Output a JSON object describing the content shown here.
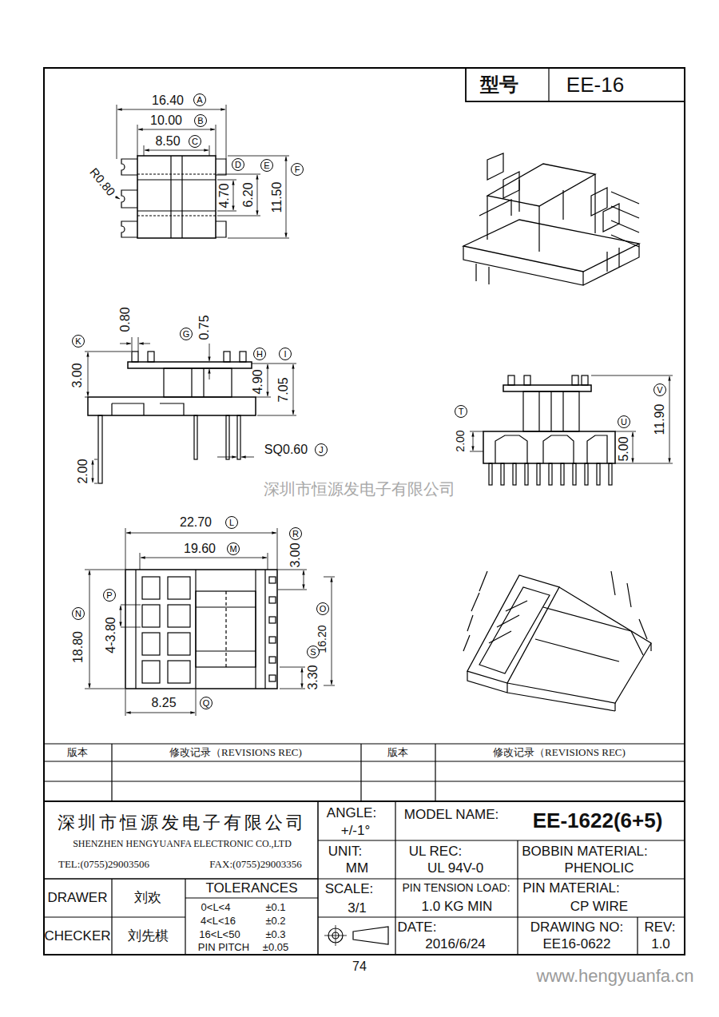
{
  "diagram": {
    "nodes": [
      {
        "text": [
          "A"
        ]
      },
      {
        "text": [
          "B"
        ]
      },
      {
        "text": [
          "C"
        ]
      },
      {
        "text": [
          "D"
        ]
      },
      {
        "text": [
          "E"
        ]
      },
      {
        "text": [
          "F"
        ]
      },
      {
        "text": [
          "K"
        ]
      },
      {
        "text": [
          "G"
        ]
      },
      {
        "text": [
          "H"
        ]
      },
      {
        "text": [
          "I"
        ]
      },
      {
        "text": [
          "J"
        ]
      },
      {
        "text": [
          "T"
        ]
      },
      {
        "text": [
          "V"
        ]
      },
      {
        "text": [
          "U"
        ]
      },
      {
        "text": [
          "L"
        ]
      },
      {
        "text": [
          "M"
        ]
      },
      {
        "text": [
          "R"
        ]
      },
      {
        "text": [
          "P"
        ]
      },
      {
        "text": [
          "N"
        ]
      },
      {
        "text": [
          "O"
        ]
      },
      {
        "text": [
          "S"
        ]
      },
      {
        "text": [
          "Q"
        ]
      }
    ],
    "labels": [
      "型号",
      "EE-16",
      "16.40",
      "10.00",
      "8.50",
      "R0.80",
      "4.70",
      "6.20",
      "11.50",
      "0.80",
      "0.75",
      "3.00",
      "4.90",
      "7.05",
      "SQ0.60",
      "2.00",
      "2.00",
      "5.00",
      "11.90",
      "深圳市恒源发电子有限公司",
      "22.70",
      "19.60",
      "3.00",
      "18.80",
      "4-3.80",
      "16.20",
      "3.30",
      "8.25",
      "版本",
      "修改记录（REVISIONS REC)",
      "版本",
      "修改记录（REVISIONS REC)",
      "深圳市恒源发电子有限公司",
      "SHENZHEN HENGYUANFA ELECTRONIC CO.,LTD",
      "TEL:(0755)29003506",
      "FAX:(0755)29003356",
      "ANGLE:",
      "+/-1°",
      "MODEL NAME:",
      "EE-1622(6+5)",
      "UNIT:",
      "MM",
      "UL REC:",
      "UL 94V-0",
      "BOBBIN MATERIAL:",
      "PHENOLIC",
      "SCALE:",
      "3/1",
      "PIN TENSION LOAD:",
      "1.0 KG MIN",
      "PIN MATERIAL:",
      "CP WIRE",
      "DATE:",
      "2016/6/24",
      "DRAWING NO:",
      "EE16-0622",
      "REV:",
      "1.0",
      "DRAWER",
      "刘欢",
      "CHECKER",
      "刘先棋",
      "TOLERANCES",
      "0<L<4",
      "±0.1",
      "4<L<16",
      "±0.2",
      "16<L<50",
      "±0.3",
      "PIN PITCH",
      "±0.05",
      "74",
      "www.hengyuanfa.cn"
    ]
  }
}
